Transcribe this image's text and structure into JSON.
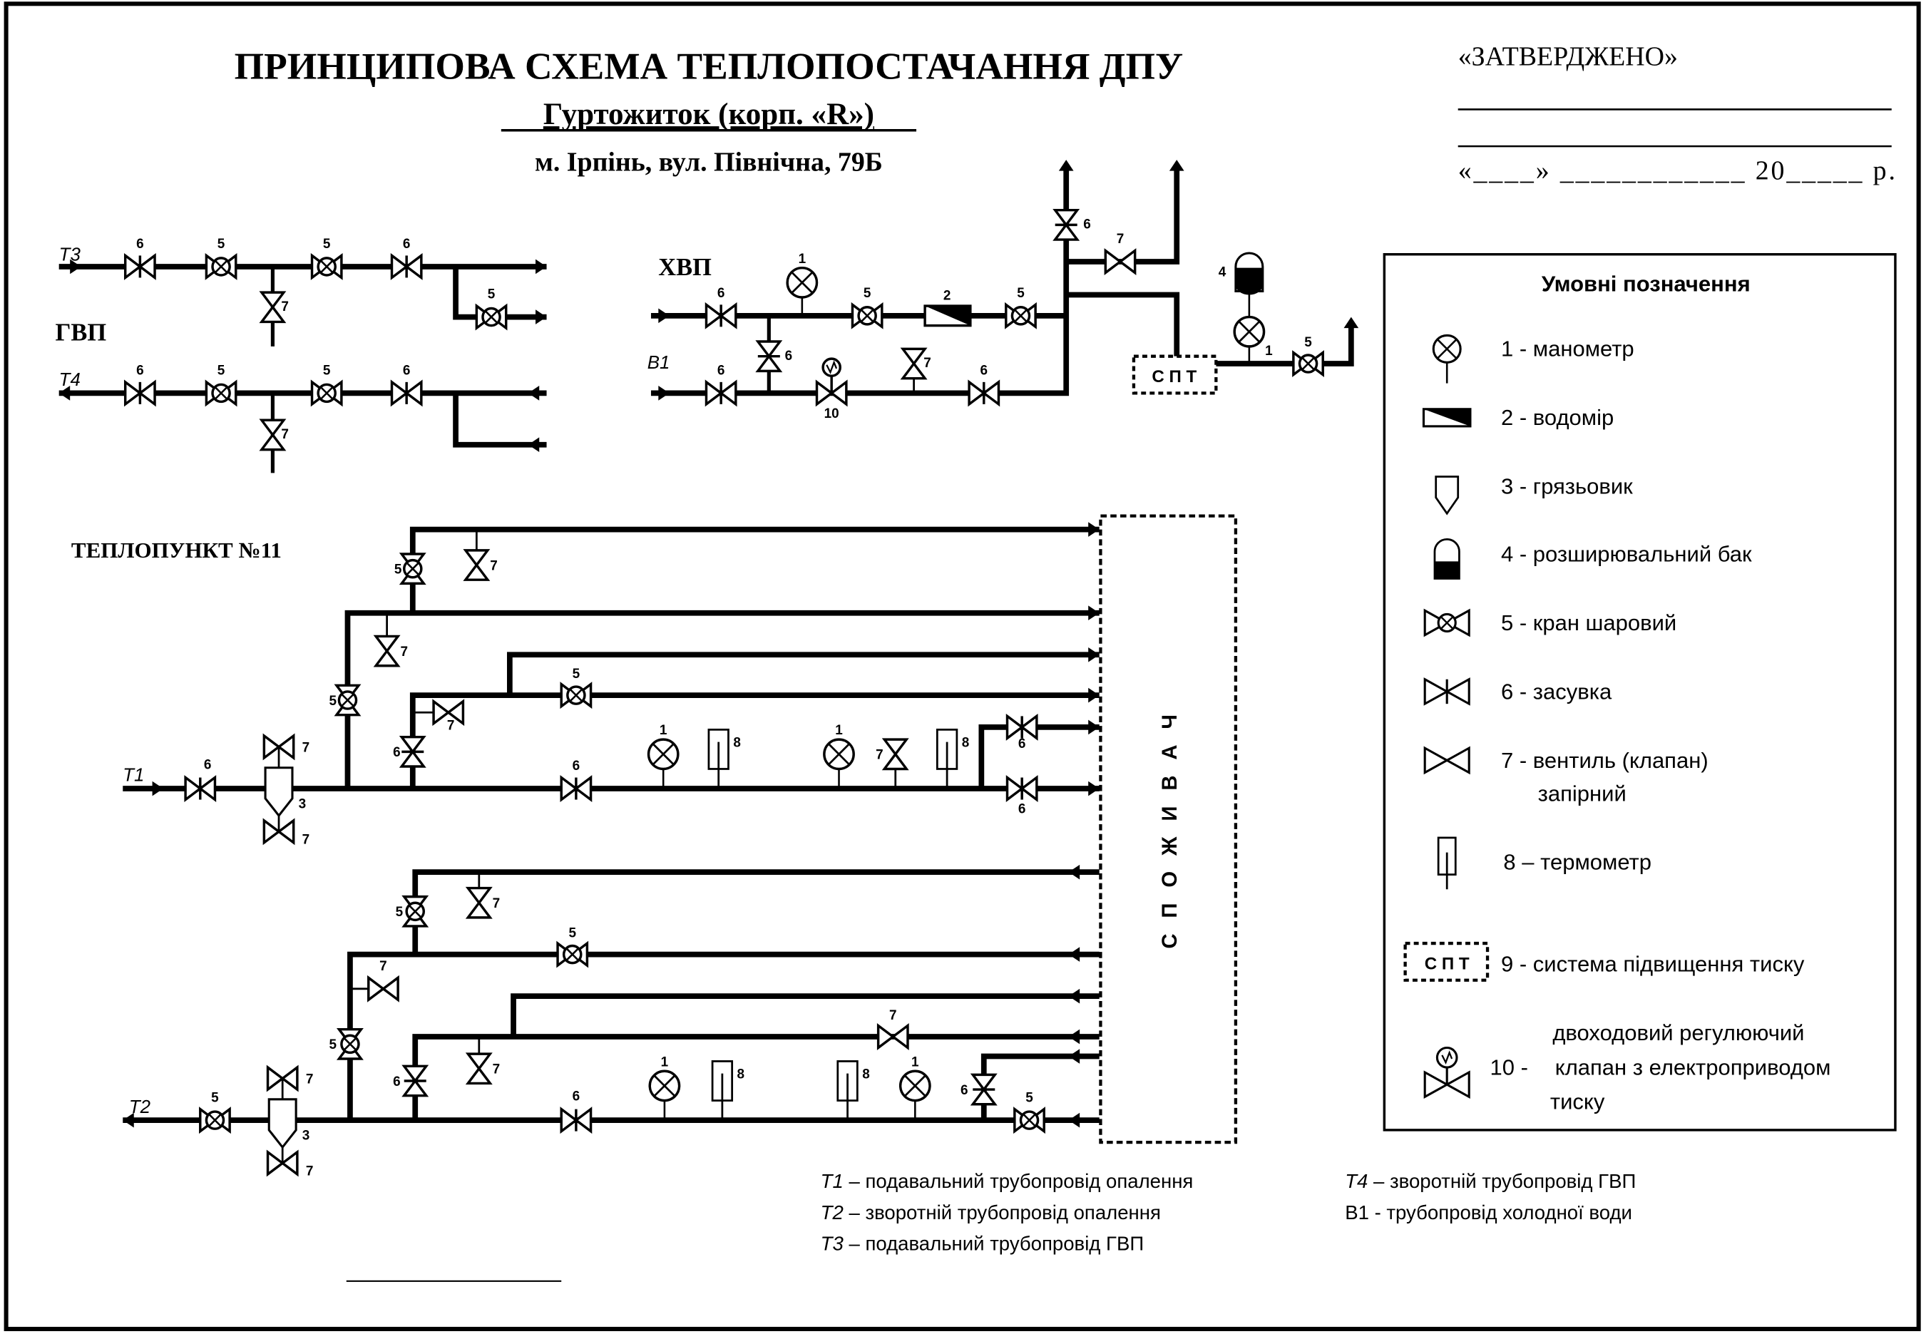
{
  "header": {
    "title": "ПРИНЦИПОВА СХЕМА ТЕПЛОПОСТАЧАННЯ ДПУ",
    "subtitle": "Гуртожиток (корп. «R»)",
    "address": "м. Ірпінь, вул. Північна, 79Б"
  },
  "approval": {
    "label": "«ЗАТВЕРДЖЕНО»",
    "date_line": "«____» ____________  20_____ р."
  },
  "sections": {
    "hot_water": "ГВП",
    "cold_water": "ХВП",
    "heat_point": "ТЕПЛОПУНКТ №11",
    "consumer": "С П О Ж И В А Ч",
    "booster": "С П Т"
  },
  "pipe_labels": {
    "t1": "T1",
    "t2": "T2",
    "t3": "T3",
    "t4": "T4",
    "b1": "B1"
  },
  "legend": {
    "title": "Умовні позначення",
    "items": [
      {
        "code": "1",
        "lines": [
          "1 - манометр"
        ],
        "icon": "manometer-icon"
      },
      {
        "code": "2",
        "lines": [
          "2 - водомір"
        ],
        "icon": "water-meter-icon"
      },
      {
        "code": "3",
        "lines": [
          "3 - грязьовик"
        ],
        "icon": "strainer-icon"
      },
      {
        "code": "4",
        "lines": [
          "4 - розширювальний бак"
        ],
        "icon": "expansion-tank-icon"
      },
      {
        "code": "5",
        "lines": [
          "5 - кран шаровий"
        ],
        "icon": "ball-valve-icon"
      },
      {
        "code": "6",
        "lines": [
          "6 - засувка"
        ],
        "icon": "gate-valve-icon"
      },
      {
        "code": "7",
        "lines": [
          "7 - вентиль (клапан)",
          "запірний"
        ],
        "icon": "shutoff-valve-icon"
      },
      {
        "code": "8",
        "lines": [
          "8 – термометр"
        ],
        "icon": "thermometer-icon"
      },
      {
        "code": "9",
        "lines": [
          "9 - система підвищення тиску"
        ],
        "icon": "booster-system-icon"
      },
      {
        "code": "10",
        "lines": [
          "10 -",
          "двоходовий регулюючий",
          "клапан з електроприводом",
          "тиску"
        ],
        "icon": "control-valve-icon"
      }
    ]
  },
  "notes": {
    "left": [
      {
        "code": "T1",
        "text": " – подавальний трубопровід опалення"
      },
      {
        "code": "T2",
        "text": " – зворотній трубопровід опалення"
      },
      {
        "code": "T3",
        "text": " – подавальний трубопровід ГВП"
      }
    ],
    "right": [
      {
        "code": "T4",
        "text": " – зворотній трубопровід ГВП"
      },
      {
        "code": "",
        "text": "В1 -  трубопровід холодної води"
      }
    ]
  }
}
